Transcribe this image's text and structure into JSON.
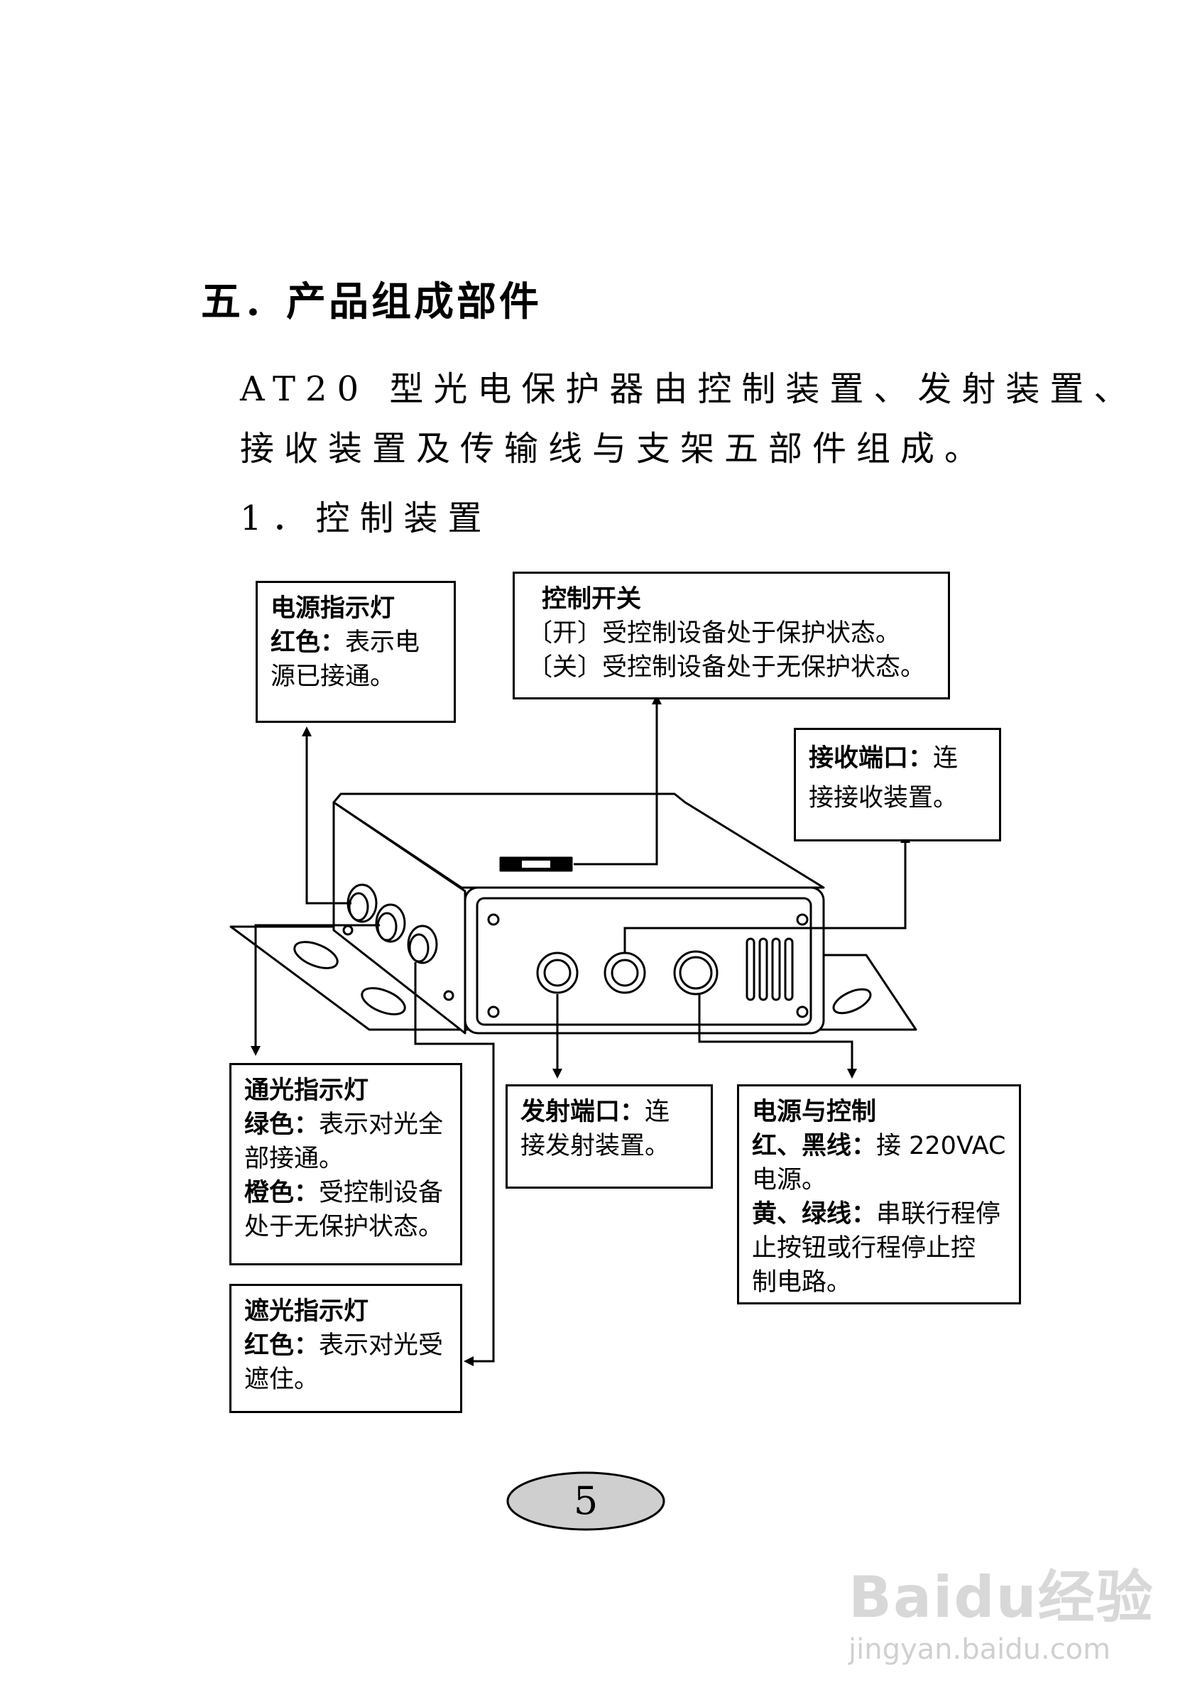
{
  "section": {
    "title": "五．产品组成部件",
    "paragraph_lines": [
      "AT20 型光电保护器由控制装置、发射装置、",
      "接收装置及传输线与支架五部件组成。"
    ],
    "subheading": "1．控制装置"
  },
  "callouts": {
    "power_indicator": {
      "title": "电源指示灯",
      "l1_bold": "红色：",
      "l1_rest": "表示电",
      "l2": "源已接通。"
    },
    "control_switch": {
      "title": "控制开关",
      "l1": "〔开〕受控制设备处于保护状态。",
      "l2": "〔关〕受控制设备处于无保护状态。"
    },
    "receiver_port": {
      "l1_bold": "接收端口：",
      "l1_rest": "连",
      "l2": "接接收装置。"
    },
    "pass_light_indicator": {
      "title": "通光指示灯",
      "l1_bold": "绿色：",
      "l1_rest": "表示对光全",
      "l2": "部接通。",
      "l3_bold": "橙色：",
      "l3_rest": "受控制设备",
      "l4": "处于无保护状态。"
    },
    "block_light_indicator": {
      "title": "遮光指示灯",
      "l1_bold": "红色：",
      "l1_rest": "表示对光受",
      "l2": "遮住。"
    },
    "emitter_port": {
      "l1_bold": "发射端口：",
      "l1_rest": "连",
      "l2": "接发射装置。"
    },
    "power_control": {
      "title": "电源与控制",
      "l1_bold": "红、黑线：",
      "l1_rest": "接 220VAC",
      "l2": "电源。",
      "l3_bold": "黄、绿线：",
      "l3_rest": "串联行程停",
      "l4": "止按钮或行程停止控",
      "l5": "制电路。"
    }
  },
  "page_number": "5",
  "watermark": {
    "brand": "Baidu经验",
    "url": "jingyan.baidu.com"
  }
}
